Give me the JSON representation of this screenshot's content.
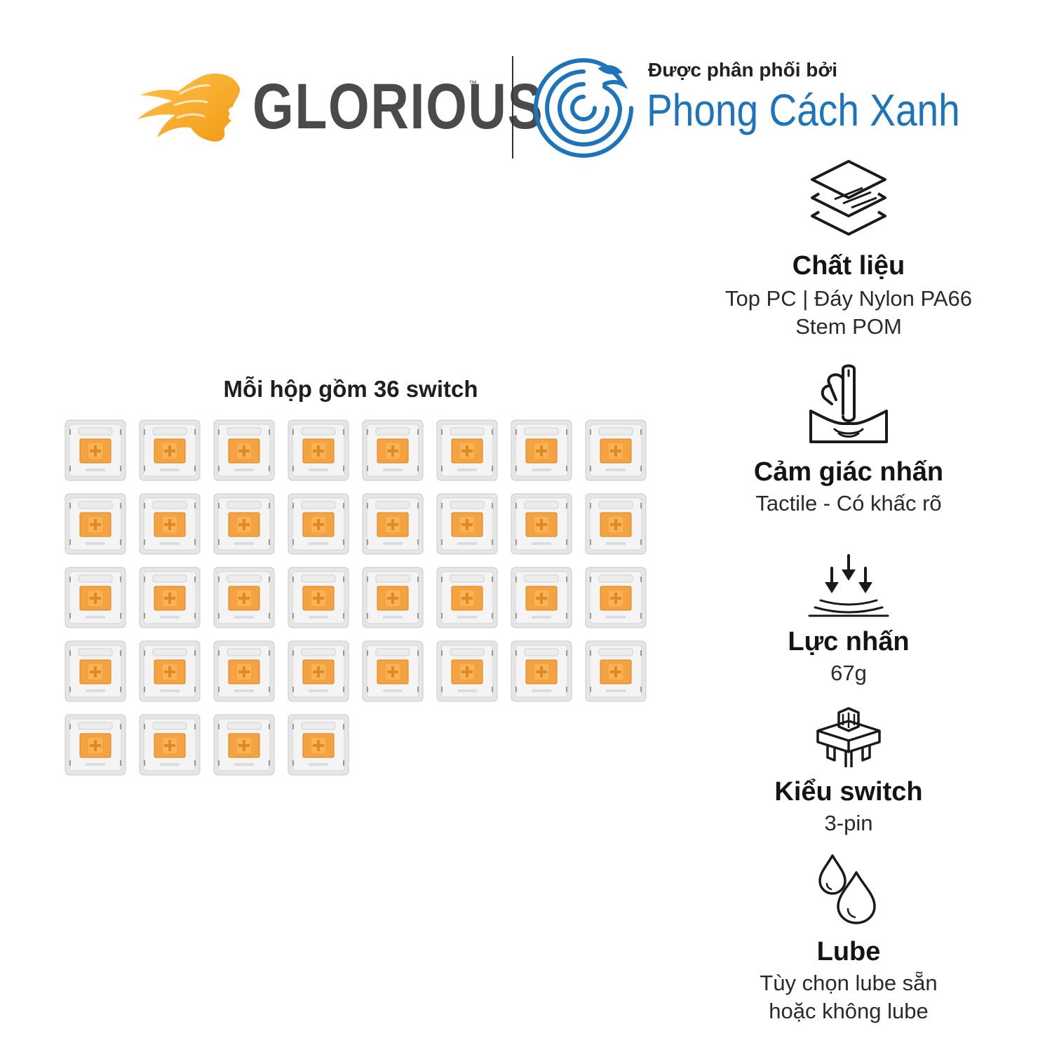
{
  "header": {
    "brand": "GLORIOUS",
    "trademark": "™",
    "distributor_caption": "Được phân phối bởi",
    "distributor_name": "Phong Cách Xanh"
  },
  "box": {
    "caption": "Mỗi hộp gồm 36 switch",
    "switch_count": 36,
    "columns": 8
  },
  "specs": [
    {
      "icon": "layers-icon",
      "title": "Chất liệu",
      "lines": [
        "Top PC | Đáy Nylon PA66",
        "Stem POM"
      ]
    },
    {
      "icon": "finger-press-icon",
      "title": "Cảm giác nhấn",
      "lines": [
        "Tactile - Có khấc rõ"
      ]
    },
    {
      "icon": "force-arrows-icon",
      "title": "Lực nhấn",
      "lines": [
        "67g"
      ]
    },
    {
      "icon": "switch-icon",
      "title": "Kiểu switch",
      "lines": [
        "3-pin"
      ]
    },
    {
      "icon": "droplets-icon",
      "title": "Lube",
      "lines": [
        "Tùy chọn lube sẵn",
        "hoặc không lube"
      ]
    }
  ],
  "colors": {
    "glorious_orange": "#f5a623",
    "glorious_text": "#4a4a4a",
    "pcx_blue": "#1c75bc",
    "switch_stem": "#f5a341",
    "switch_housing": "#eaeaea"
  }
}
